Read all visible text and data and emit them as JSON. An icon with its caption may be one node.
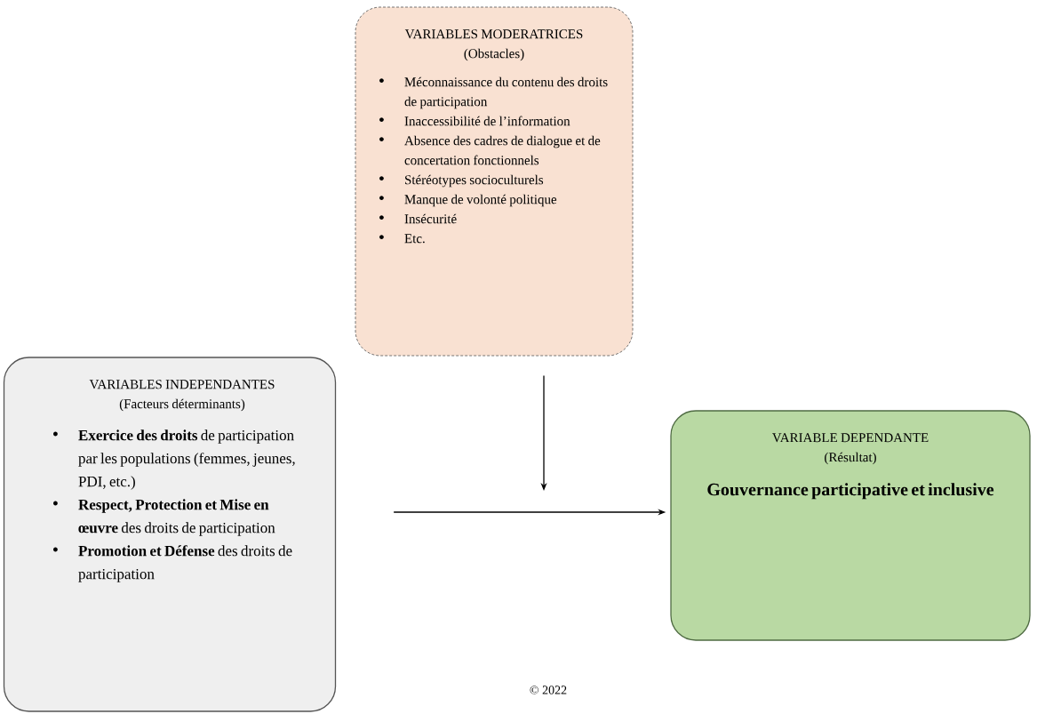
{
  "diagram": {
    "nodes": [
      {
        "text": [
          "VARIABLES MODERATRICES",
          "(Obstacles)",
          "Méconnaissance du contenu des droits de participation",
          "Inaccessibilité de l’information",
          "Absence des cadres de dialogue et de concertation fonctionnels",
          "Stéréotypes socioculturels",
          "Manque de volonté politique",
          "Insécurité",
          "Etc."
        ]
      },
      {
        "text": [
          "VARIABLES INDEPENDANTES",
          "(Facteurs déterminants)",
          "**Exercice des droits** de participation par les populations (femmes, jeunes, PDI, etc.)",
          "**Respect, Protection et Mise en œuvre** des droits de participation",
          "**Promotion et Défense** des droits de participation"
        ]
      },
      {
        "text": [
          "VARIABLE DEPENDANTE",
          "(Résultat)",
          "Gouvernance participative et inclusive"
        ]
      }
    ],
    "edges": [
      {
        "from": 1,
        "to": 2,
        "arrow": "to"
      },
      {
        "from": 0,
        "to": null,
        "arrow": "to"
      }
    ],
    "labels": [
      "© 2022"
    ]
  }
}
